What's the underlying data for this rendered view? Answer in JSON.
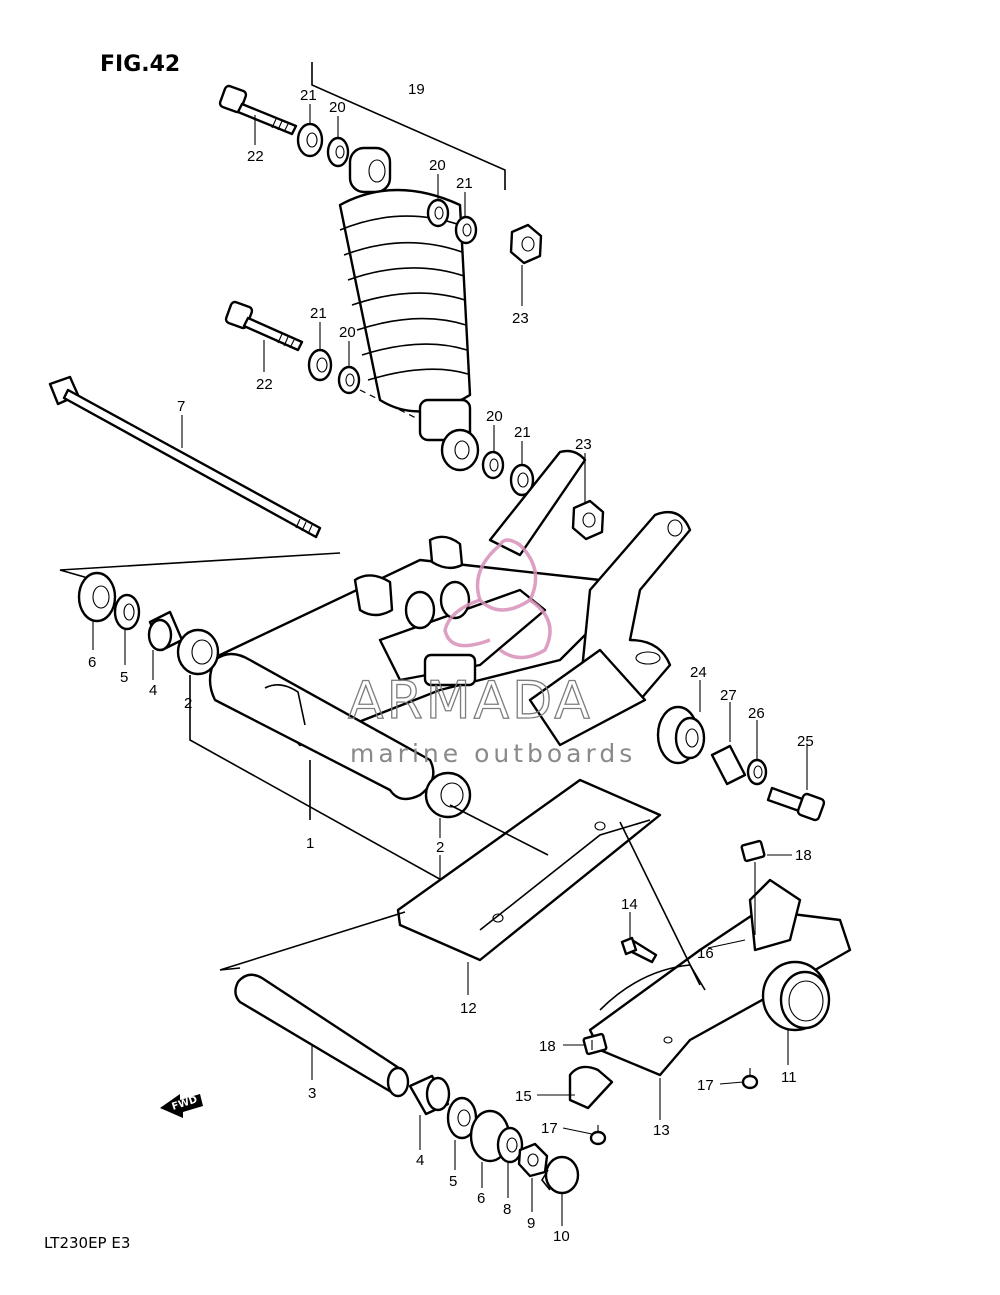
{
  "figure_title": "FIG.42",
  "model_code": "LT230EP  E3",
  "watermark": {
    "brand": "ARMADA",
    "tagline": "marine outboards",
    "logo_color": "#d78fb8"
  },
  "direction_arrow": {
    "label": "FWD",
    "icon": "fwd-arrow-icon"
  },
  "callouts": {
    "c1": "1",
    "c2a": "2",
    "c2b": "2",
    "c3": "3",
    "c4a": "4",
    "c4b": "4",
    "c5a": "5",
    "c5b": "5",
    "c6a": "6",
    "c6b": "6",
    "c7": "7",
    "c8": "8",
    "c9": "9",
    "c10": "10",
    "c11": "11",
    "c12": "12",
    "c13": "13",
    "c14": "14",
    "c15": "15",
    "c16": "16",
    "c17a": "17",
    "c17b": "17",
    "c18a": "18",
    "c18b": "18",
    "c19": "19",
    "c20a": "20",
    "c20b": "20",
    "c20c": "20",
    "c21a": "21",
    "c21b": "21",
    "c21c": "21",
    "c21d": "21",
    "c22a": "22",
    "c22b": "22",
    "c23a": "23",
    "c23b": "23",
    "c24": "24",
    "c25": "25",
    "c26": "26",
    "c27": "27"
  }
}
